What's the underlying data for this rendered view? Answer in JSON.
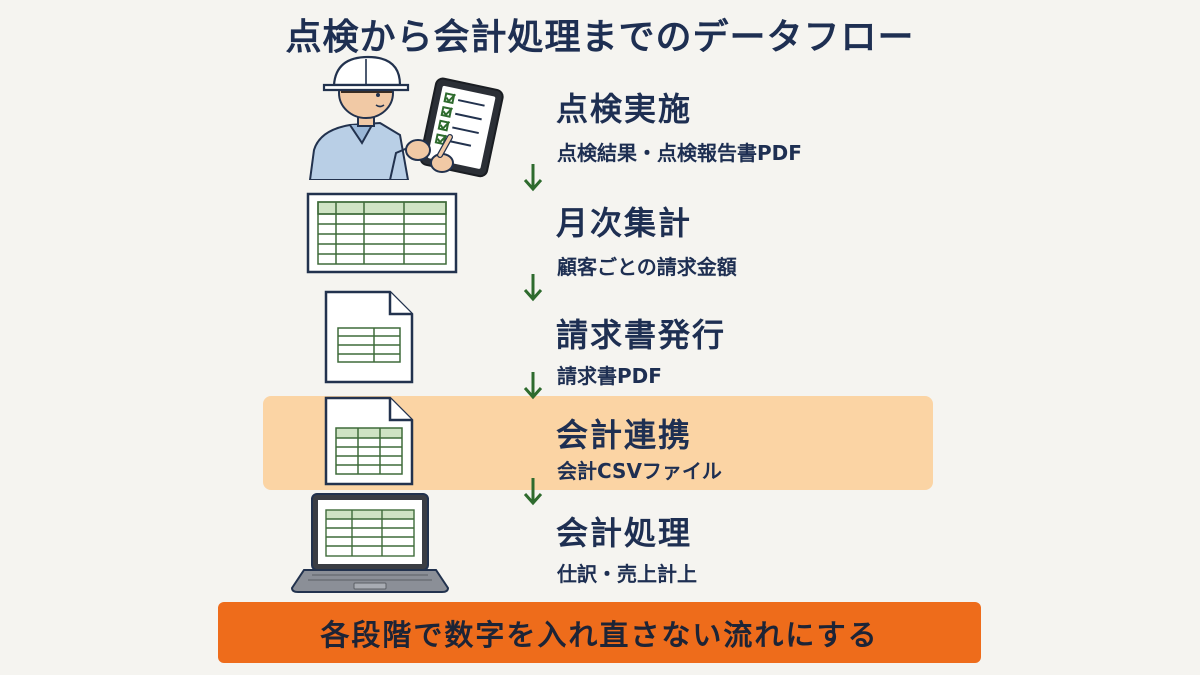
{
  "title": "点検から会計処理までのデータフロー",
  "steps": [
    {
      "title": "点検実施",
      "subtitle": "点検結果・点検報告書PDF",
      "icon": "inspector-with-tablet-icon"
    },
    {
      "title": "月次集計",
      "subtitle": "顧客ごとの請求金額",
      "icon": "spreadsheet-icon"
    },
    {
      "title": "請求書発行",
      "subtitle": "請求書PDF",
      "icon": "invoice-document-icon"
    },
    {
      "title": "会計連携",
      "subtitle": "会計CSVファイル",
      "icon": "csv-file-icon",
      "highlighted": true
    },
    {
      "title": "会計処理",
      "subtitle": "仕訳・売上計上",
      "icon": "laptop-icon"
    }
  ],
  "banner": "各段階で数字を入れ直さない流れにする",
  "colors": {
    "title_text": "#1e2f52",
    "arrow": "#2e6b2e",
    "highlight": "#fbd4a4",
    "banner": "#ee6c1b",
    "sheet_header": "#cfe3c4",
    "sheet_line": "#3f6b3a"
  }
}
